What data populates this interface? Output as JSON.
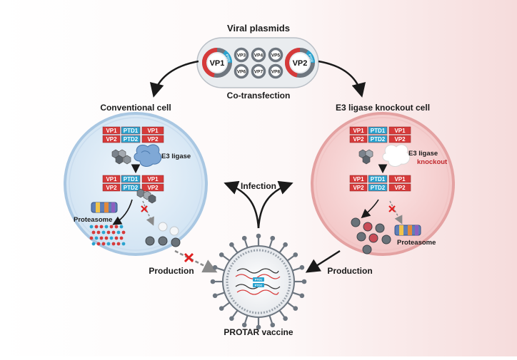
{
  "colors": {
    "vp_red": "#d63a3a",
    "ptd_blue": "#2aa3cf",
    "conventional_cell": "#dbe9f5",
    "knockout_cell": "#f7d3d3",
    "virus_grey": "#6d7680",
    "cross_red": "#e02020"
  },
  "header": {
    "title": "Viral plasmids",
    "subtitle": "Co-transfection"
  },
  "plasmids": {
    "big_left": "VP1",
    "big_right": "VP2",
    "big_left_tag": "PTD1",
    "big_right_tag": "PTD2",
    "small": [
      "VP3",
      "VP4",
      "VP5",
      "VP6",
      "VP7",
      "VP8"
    ]
  },
  "conventional": {
    "title": "Conventional cell",
    "e3": "E3 ligase",
    "proteasome": "Proteasome",
    "row1": [
      "VP1",
      "PTD1",
      "VP1"
    ],
    "row2": [
      "VP2",
      "PTD2",
      "VP2"
    ]
  },
  "knockout": {
    "title": "E3 ligase knockout cell",
    "e3": "E3 ligase",
    "e3_status": "knockout",
    "proteasome": "Proteasome",
    "row1": [
      "VP1",
      "PTD1",
      "VP1"
    ],
    "row2": [
      "VP2",
      "PTD2",
      "VP2"
    ]
  },
  "center": {
    "infection": "Infection",
    "production_left": "Production",
    "production_right": "Production",
    "vaccine": "PROTAR vaccine",
    "genome_tag1": "PTD1",
    "genome_tag2": "PTD2"
  },
  "icons": {
    "e3": "e3-ligase-blob-icon",
    "proteasome": "proteasome-barrel-icon",
    "capsid": "capsid-hexagon-icon",
    "block": "block-cross-icon"
  }
}
